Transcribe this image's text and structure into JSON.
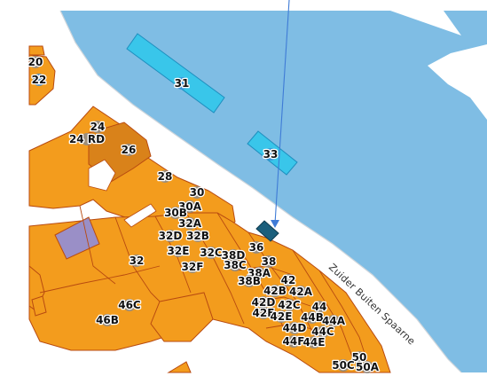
{
  "map": {
    "street_name": "Zuider Buiten Spaarne",
    "colors": {
      "water": "#7fbde4",
      "building": "#f39c1d",
      "building_dark": "#d9821a",
      "building_outline": "#b84a10",
      "building_purple": "#9a8fc7",
      "mooring": "#39c6ea",
      "mooring_outline": "#1e8fbf",
      "marker_dark": "#1b5f7c",
      "label_dot": "#8c8c8c",
      "label_dot_blue": "#3b8fd9",
      "pointer_line": "#3f7bd6"
    },
    "labels": [
      {
        "text": "20"
      },
      {
        "text": "22"
      },
      {
        "text": "31"
      },
      {
        "text": "33"
      },
      {
        "text": "24"
      },
      {
        "text": "24 RD"
      },
      {
        "text": "26"
      },
      {
        "text": "28"
      },
      {
        "text": "30"
      },
      {
        "text": "30A"
      },
      {
        "text": "30B"
      },
      {
        "text": "32A"
      },
      {
        "text": "32D"
      },
      {
        "text": "32B"
      },
      {
        "text": "32E"
      },
      {
        "text": "32C"
      },
      {
        "text": "38D"
      },
      {
        "text": "36"
      },
      {
        "text": "32F"
      },
      {
        "text": "38C"
      },
      {
        "text": "38"
      },
      {
        "text": "32"
      },
      {
        "text": "38A"
      },
      {
        "text": "38B"
      },
      {
        "text": "42"
      },
      {
        "text": "42B"
      },
      {
        "text": "42A"
      },
      {
        "text": "42D"
      },
      {
        "text": "42C"
      },
      {
        "text": "44"
      },
      {
        "text": "46C"
      },
      {
        "text": "42F"
      },
      {
        "text": "42E"
      },
      {
        "text": "44B"
      },
      {
        "text": "44A"
      },
      {
        "text": "46B"
      },
      {
        "text": "44D"
      },
      {
        "text": "44C"
      },
      {
        "text": "44F"
      },
      {
        "text": "44E"
      },
      {
        "text": "50"
      },
      {
        "text": "50C"
      },
      {
        "text": "50A"
      }
    ]
  }
}
